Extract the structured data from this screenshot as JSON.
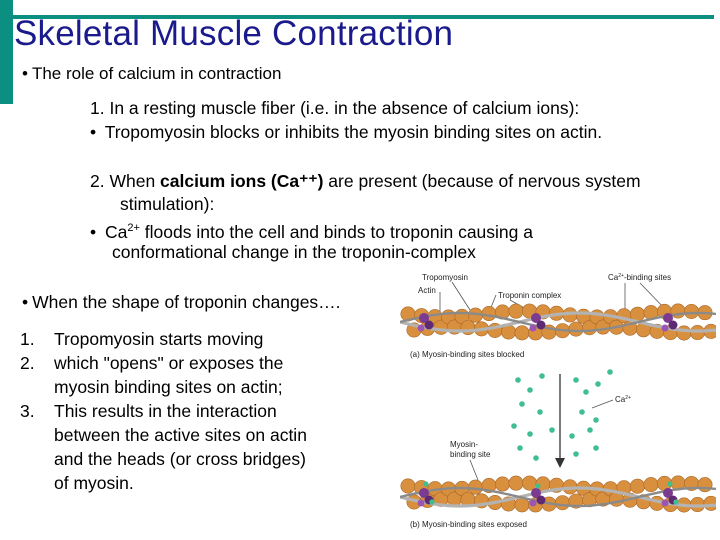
{
  "slide": {
    "title": "Skeletal Muscle Contraction",
    "bullet_marker": "•",
    "subtitle": "The role of calcium in contraction",
    "point1_line1": "1.  In a resting muscle fiber (i.e. in the absence of calcium ions):",
    "point1_line2": "Tropomyosin blocks or inhibits the myosin binding sites on actin.",
    "point2_prefix": "2.  When ",
    "point2_bold": "calcium ions (Ca⁺⁺)",
    "point2_suffix": " are present (because of nervous system",
    "point2_line2": "stimulation):",
    "point2_sub_a": "Ca",
    "point2_sub_sup": "2+",
    "point2_sub_b": " floods into the cell and binds to troponin causing a",
    "point2_sub_line2": "conformational change in the troponin-complex",
    "lower_bullet": "When the shape of troponin changes….",
    "steps": [
      {
        "num": "1.",
        "lines": [
          "Tropomyosin starts moving"
        ]
      },
      {
        "num": "2.",
        "lines": [
          "which \"opens\" or exposes the",
          "myosin binding sites on actin;"
        ]
      },
      {
        "num": "3.",
        "lines": [
          "This results in the interaction",
          "between the active sites on actin",
          "and the heads (or cross bridges)",
          "of myosin."
        ]
      }
    ]
  },
  "figure": {
    "label_tropomyosin": "Tropomyosin",
    "label_actin": "Actin",
    "label_troponin_complex": "Troponin complex",
    "label_ca_binding_a": "Ca",
    "label_ca_binding_sup": "2+",
    "label_ca_binding_b": "-binding sites",
    "caption_a": "(a) Myosin-binding sites blocked",
    "label_ca_a": "Ca",
    "label_ca_sup": "2+",
    "label_myosin_binding_1": "Myosin-",
    "label_myosin_binding_2": "binding site",
    "caption_b": "(b) Myosin-binding sites exposed",
    "colors": {
      "actin": "#d9903e",
      "tropomyosin": "#b3b3b3",
      "troponin": "#7a3b91",
      "calcium": "#3fbf8f"
    }
  }
}
